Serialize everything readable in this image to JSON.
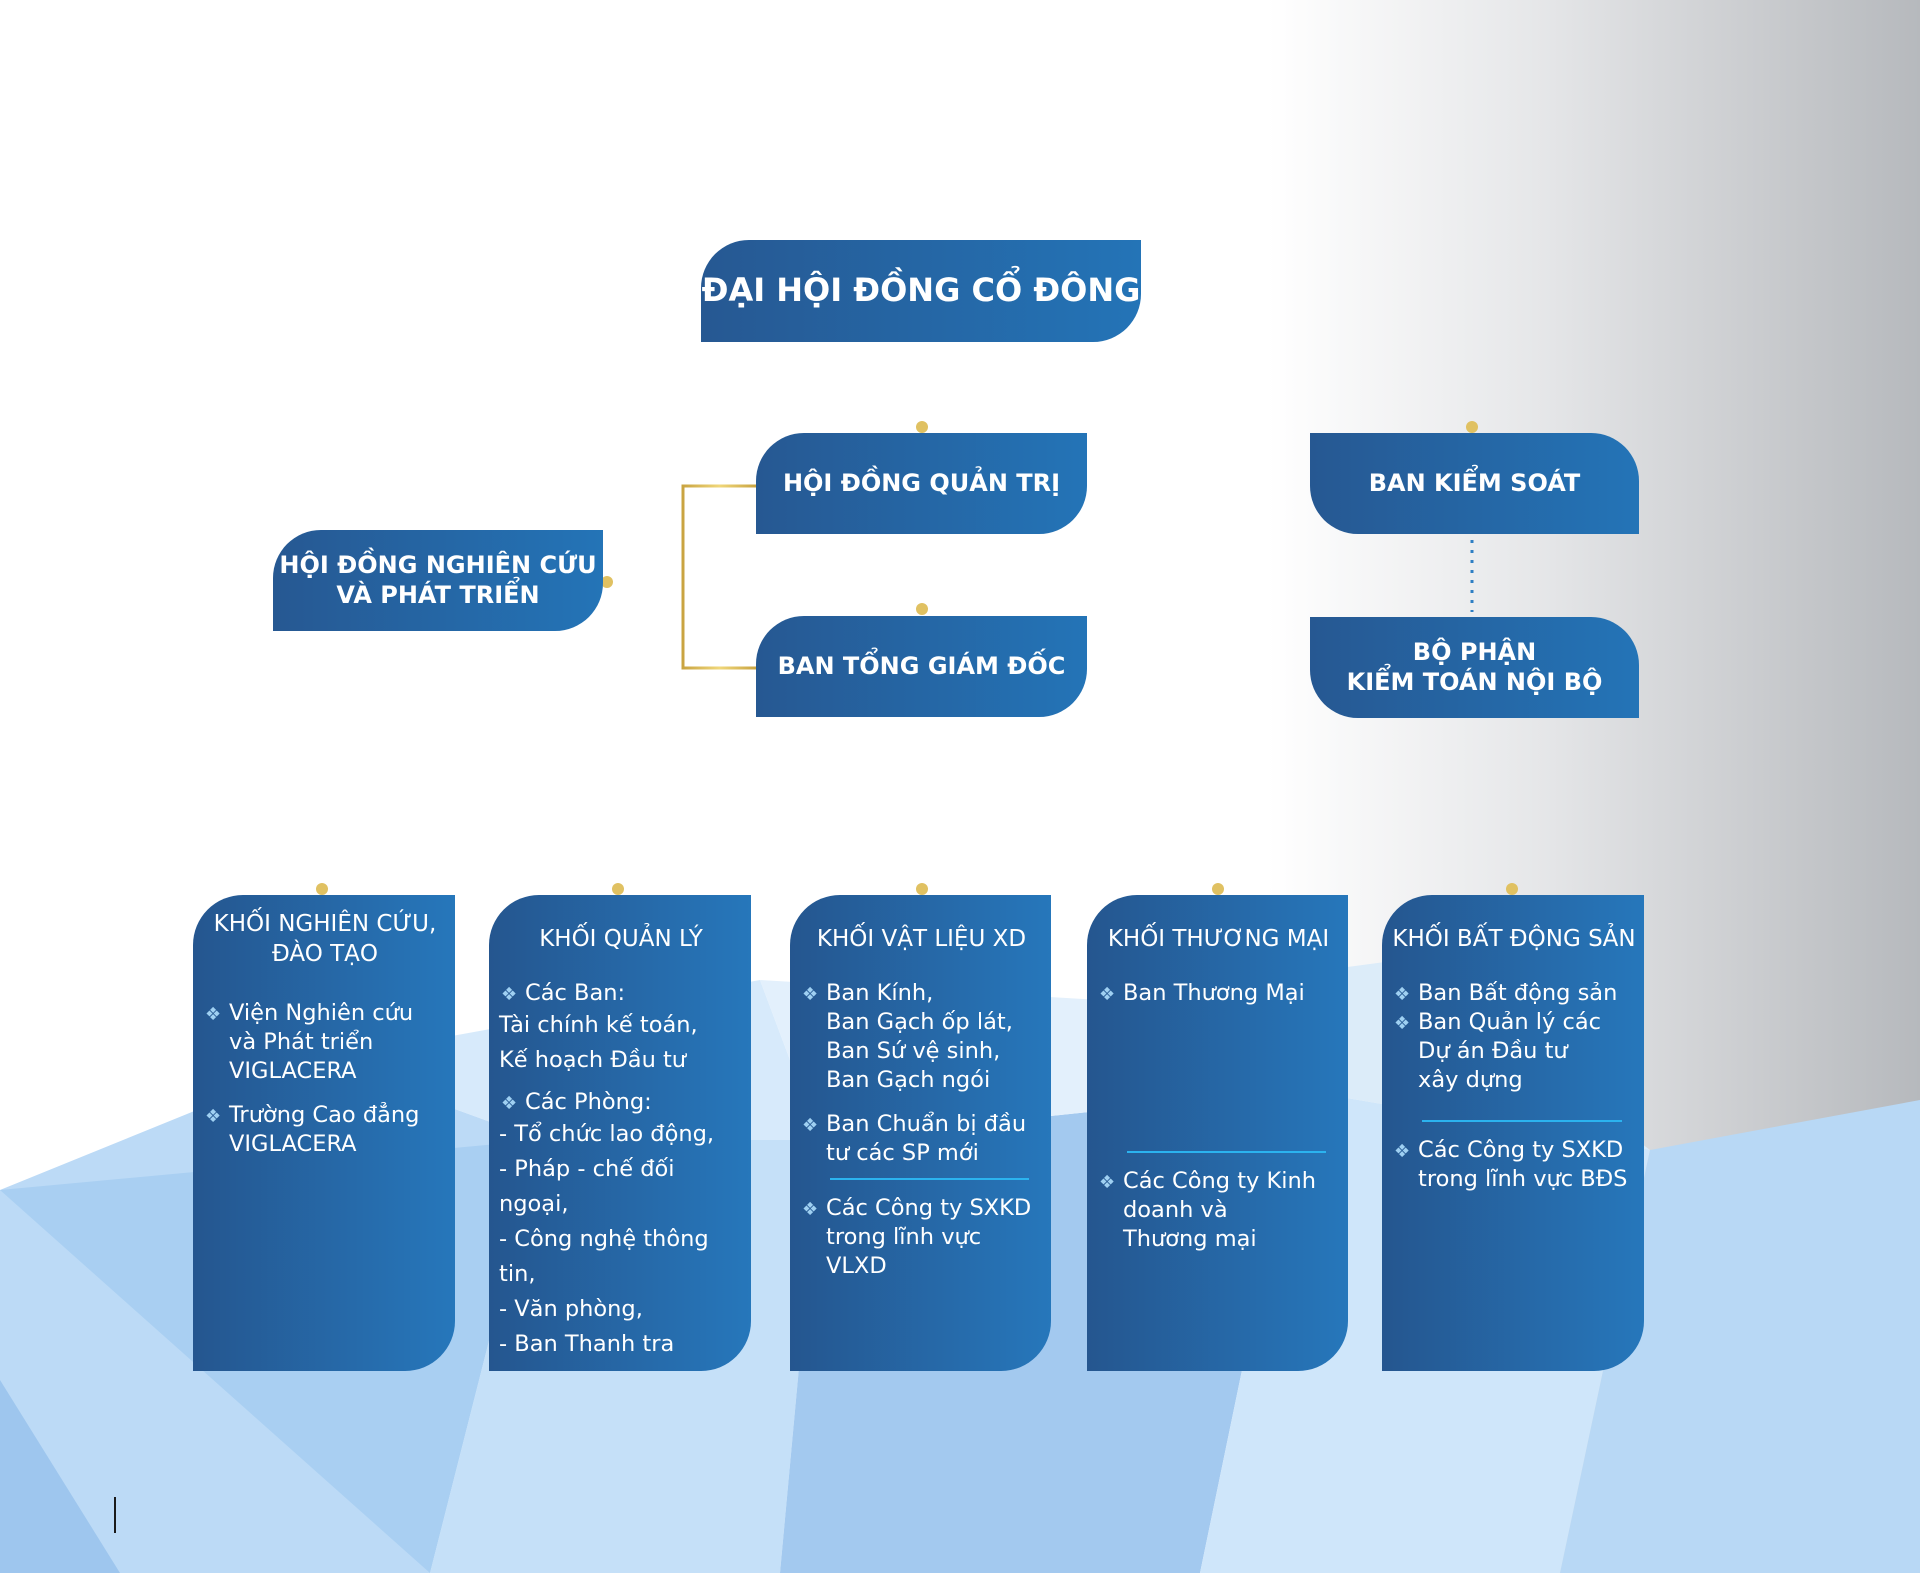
{
  "top": {
    "shareholders": "ĐẠI HỘI ĐỒNG CỔ ĐÔNG",
    "board": "HỘI ĐỒNG QUẢN TRỊ",
    "supervisory": "BAN KIỂM SOÁT",
    "research_council_line1": "HỘI ĐỒNG NGHIÊN CỨU",
    "research_council_line2": "VÀ PHÁT TRIỂN",
    "ceo": "BAN TỔNG GIÁM ĐỐC",
    "audit_line1": "BỘ PHẬN",
    "audit_line2": "KIỂM TOÁN NỘI BỘ"
  },
  "bullet_glyph": "❖",
  "columns": [
    {
      "title_line1": "KHỐI NGHIÊN CỨU,",
      "title_line2": "ĐÀO TẠO",
      "items": [
        [
          "Viện Nghiên cứu",
          "và Phát triển",
          "VIGLACERA"
        ],
        [
          "Trường Cao đẳng",
          "VIGLACERA"
        ]
      ]
    },
    {
      "title_line1": "KHỐI QUẢN LÝ",
      "bans_label": "Các Ban:",
      "bans": [
        "Tài chính kế toán,",
        "Kế hoạch Đầu tư"
      ],
      "phongs_label": "Các Phòng:",
      "phongs": [
        "- Tổ chức lao động,",
        "- Pháp - chế đối ngoại,",
        "- Công nghệ thông tin,",
        "- Văn phòng,",
        "- Ban Thanh tra"
      ]
    },
    {
      "title_line1": "KHỐI VẬT LIỆU XD",
      "items": [
        [
          "Ban Kính,",
          "Ban Gạch ốp lát,",
          "Ban Sứ vệ sinh,",
          "Ban Gạch ngói"
        ],
        [
          "Ban Chuẩn bị đầu",
          "tư các SP mới"
        ]
      ],
      "after": [
        "Các Công ty SXKD",
        "trong lĩnh vực",
        "VLXD"
      ]
    },
    {
      "title_line1": "KHỐI THƯƠNG MẠI",
      "items": [
        [
          "Ban Thương Mại"
        ]
      ],
      "after": [
        "Các Công ty Kinh",
        "doanh và",
        "Thương mại"
      ]
    },
    {
      "title_line1": "KHỐI BẤT ĐỘNG SẢN",
      "items": [
        [
          "Ban Bất động sản"
        ],
        [
          "Ban Quản lý các",
          "Dự án Đầu tư",
          "xây dựng"
        ]
      ],
      "after": [
        "Các Công ty SXKD",
        "trong lĩnh vực BĐS"
      ]
    }
  ],
  "colors": {
    "box_dark": "#265892",
    "box_light": "#2474b7",
    "connector_gold": "#d4b04a",
    "bullet": "#9fd0f2",
    "separator": "#2bb3ef",
    "dotted_link": "#2f7fc4"
  }
}
